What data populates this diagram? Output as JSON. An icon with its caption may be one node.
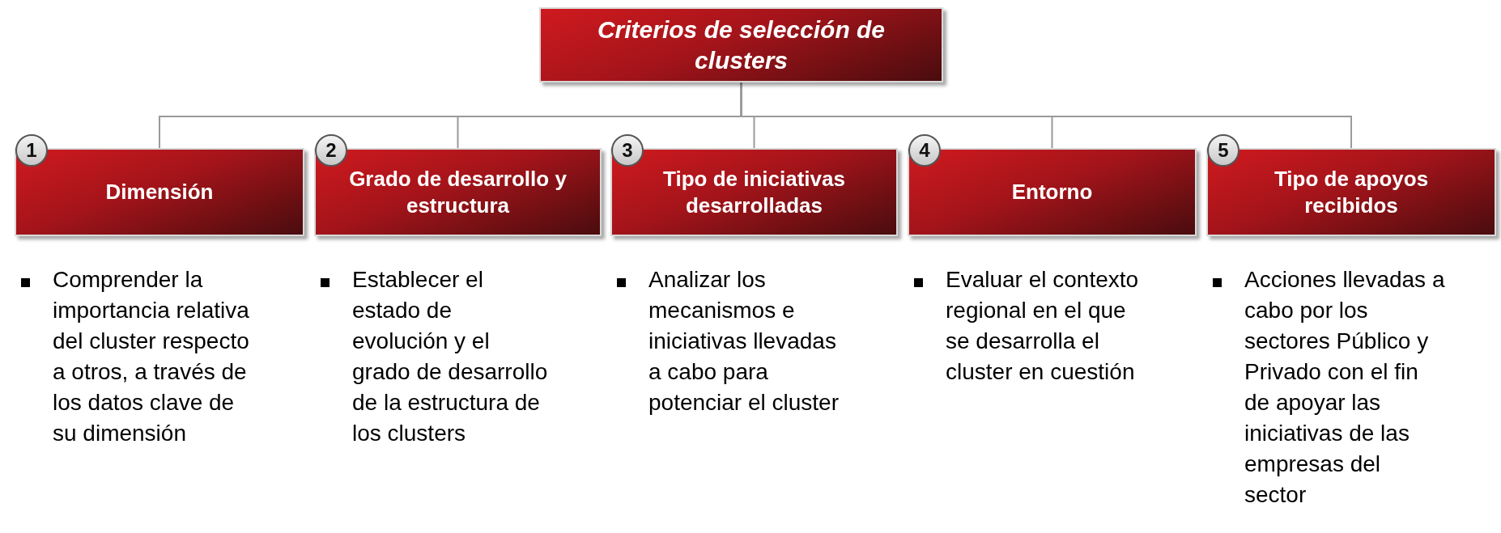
{
  "diagram": {
    "nodes": [
      {
        "text": [
          "Criterios de selección de clusters"
        ]
      },
      {
        "text": [
          "1"
        ]
      },
      {
        "text": [
          "Dimensión"
        ],
        "beside": [
          "Comprender la importancia relativa del cluster respecto a otros, a través de los datos clave de su dimensión"
        ]
      },
      {
        "text": [
          "2"
        ]
      },
      {
        "text": [
          "Grado de desarrollo y estructura"
        ],
        "beside": [
          "Establecer el estado de evolución y el grado de desarrollo de la estructura de los clusters"
        ]
      },
      {
        "text": [
          "3"
        ]
      },
      {
        "text": [
          "Tipo de iniciativas desarrolladas"
        ],
        "beside": [
          "Analizar los mecanismos e iniciativas llevadas a cabo para potenciar el cluster"
        ]
      },
      {
        "text": [
          "4"
        ]
      },
      {
        "text": [
          "Entorno"
        ],
        "beside": [
          "Evaluar el contexto regional en el que se desarrolla el cluster en cuestión"
        ]
      },
      {
        "text": [
          "5"
        ]
      },
      {
        "text": [
          "Tipo de apoyos recibidos"
        ],
        "beside": [
          "Acciones llevadas a cabo por los sectores Público y Privado con el fin de apoyar las iniciativas de las empresas del sector"
        ]
      }
    ],
    "edges": [
      {
        "from": 0,
        "to": 2,
        "arrow": "none"
      },
      {
        "from": 0,
        "to": 4,
        "arrow": "none"
      },
      {
        "from": 0,
        "to": 6,
        "arrow": "none"
      },
      {
        "from": 0,
        "to": 8,
        "arrow": "none"
      },
      {
        "from": 0,
        "to": 10,
        "arrow": "none"
      }
    ]
  }
}
